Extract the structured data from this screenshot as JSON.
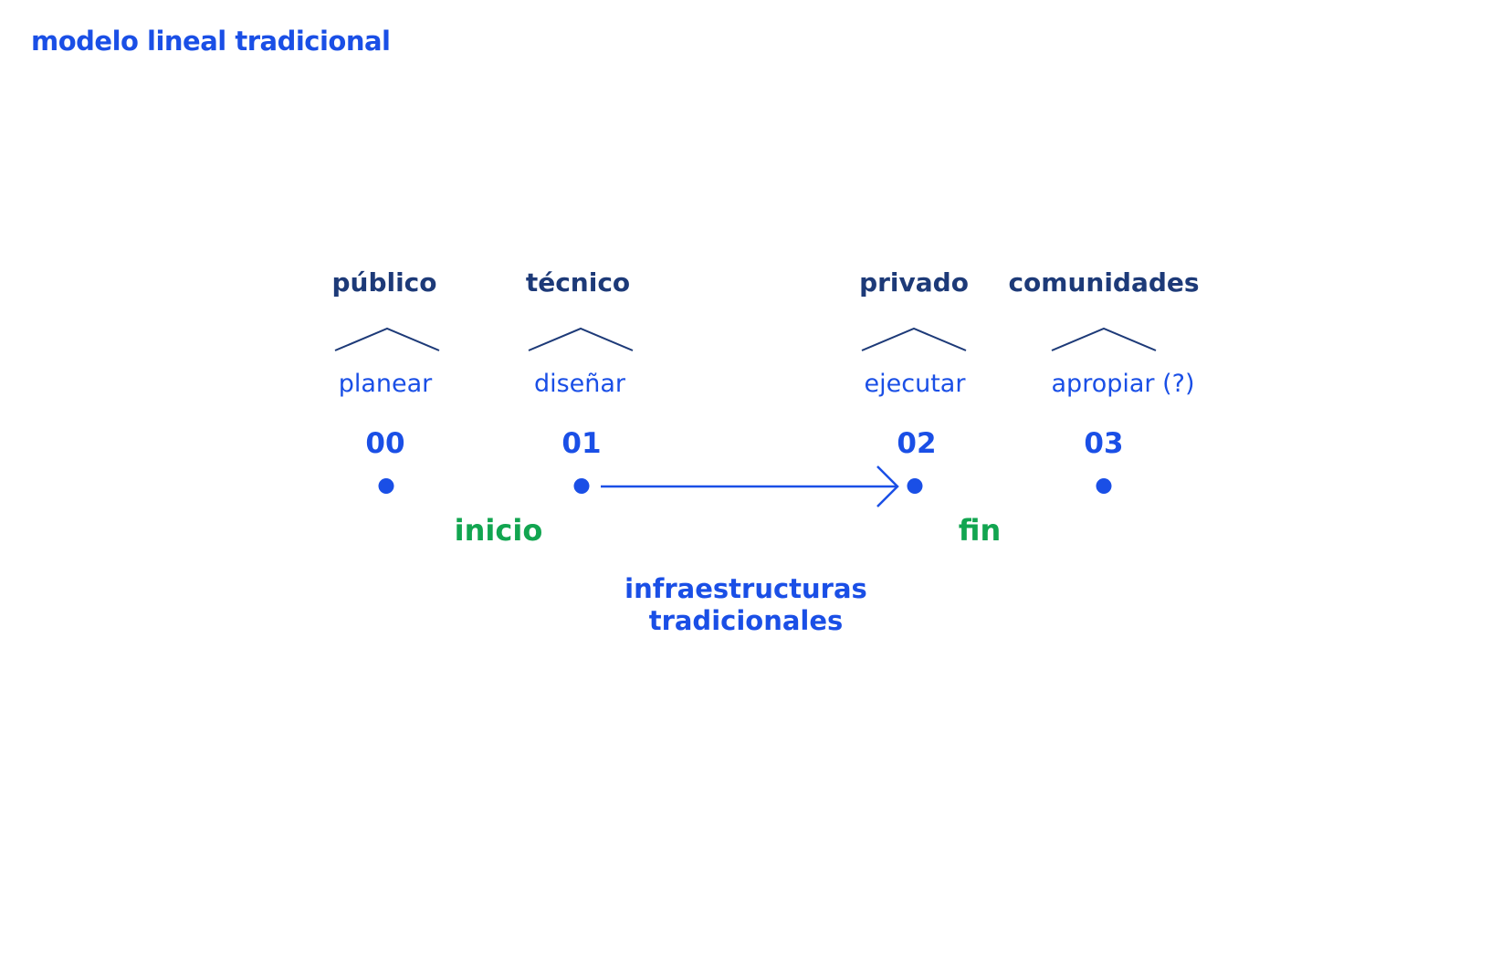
{
  "title": "modelo lineal tradicional",
  "stages": [
    {
      "actor": "público",
      "verb": "planear",
      "number": "00"
    },
    {
      "actor": "técnico",
      "verb": "diseñar",
      "number": "01"
    },
    {
      "actor": "privado",
      "verb": "ejecutar",
      "number": "02"
    },
    {
      "actor": "comunidades",
      "verb": "apropiar (?)",
      "number": "03"
    }
  ],
  "markers": {
    "start": "inicio",
    "end": "fin"
  },
  "footnote": {
    "line1": "infraestructuras",
    "line2": "tradicionales"
  },
  "colors": {
    "accent_blue": "#1a4fe6",
    "dark_navy": "#1d3a78",
    "green": "#12a550"
  }
}
